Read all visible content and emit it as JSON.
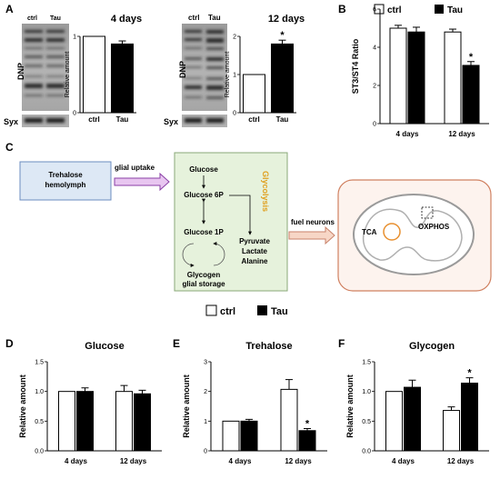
{
  "panels": {
    "A": "A",
    "B": "B",
    "C": "C",
    "D": "D",
    "E": "E",
    "F": "F"
  },
  "colors": {
    "ctrl": "#ffffff",
    "tau": "#000000",
    "arrow_fill": "#e8c6f0",
    "arrow_stroke": "#8a3fa6",
    "hemolymph_box": "#dde8f5",
    "glia_box": "#e6f2dc",
    "glycolysis": "#e0a020",
    "neuron_box": "#fdf3ee",
    "neuron_stroke": "#d08060",
    "tca": "#e89030"
  },
  "blots": {
    "blot1_labels": [
      "ctrl",
      "Tau"
    ],
    "blot2_labels": [
      "ctrl",
      "Tau"
    ],
    "dnp_label": "DNP",
    "syx_label": "Syx"
  },
  "legend_top": {
    "ctrl": "ctrl",
    "tau": "Tau"
  },
  "legend_mid": {
    "ctrl": "ctrl",
    "tau": "Tau"
  },
  "diagram": {
    "hemolymph": [
      "Trehalose",
      "hemolymph"
    ],
    "glial_uptake": "glial uptake",
    "glucose": "Glucose",
    "glucose6p": "Glucose 6P",
    "glycolysis": "Glycolysis",
    "glucose1p": "Glucose 1P",
    "products": [
      "Pyruvate",
      "Lactate",
      "Alanine"
    ],
    "glycogen": [
      "Glycogen",
      "glial storage"
    ],
    "fuel_neurons": "fuel neurons",
    "tca": "TCA",
    "oxphos": "OXPHOS"
  },
  "chart_data": [
    {
      "id": "A1",
      "type": "bar",
      "title": "4 days",
      "ylabel": "Relative amount",
      "categories": [
        "ctrl",
        "Tau"
      ],
      "values": [
        1.0,
        0.9
      ],
      "errors": [
        0,
        0.04
      ],
      "ylim": [
        0,
        1
      ],
      "yticks": [
        "0",
        "1"
      ],
      "significance": [
        "",
        ""
      ]
    },
    {
      "id": "A2",
      "type": "bar",
      "title": "12 days",
      "ylabel": "Relative amount",
      "categories": [
        "ctrl",
        "Tau"
      ],
      "values": [
        1.0,
        1.8
      ],
      "errors": [
        0,
        0.1
      ],
      "ylim": [
        0,
        2
      ],
      "yticks": [
        "0",
        "1",
        "2"
      ],
      "significance": [
        "",
        "*"
      ]
    },
    {
      "id": "B",
      "type": "bar",
      "title": "",
      "ylabel": "ST3/ST4 Ratio",
      "categories": [
        "4 days",
        "12 days"
      ],
      "series": [
        {
          "name": "ctrl",
          "values": [
            5.0,
            4.8
          ],
          "errors": [
            0.15,
            0.15
          ]
        },
        {
          "name": "Tau",
          "values": [
            4.8,
            3.05
          ],
          "errors": [
            0.25,
            0.2
          ]
        }
      ],
      "ylim": [
        0,
        6
      ],
      "yticks": [
        "0",
        "2",
        "4",
        "6"
      ],
      "significance": [
        "",
        "*"
      ]
    },
    {
      "id": "D",
      "type": "bar",
      "title": "Glucose",
      "ylabel": "Relative amount",
      "categories": [
        "4 days",
        "12 days"
      ],
      "series": [
        {
          "name": "ctrl",
          "values": [
            1.0,
            1.0
          ],
          "errors": [
            0,
            0.1
          ]
        },
        {
          "name": "Tau",
          "values": [
            1.0,
            0.96
          ],
          "errors": [
            0.06,
            0.06
          ]
        }
      ],
      "ylim": [
        0,
        1.5
      ],
      "yticks": [
        "0.0",
        "0.5",
        "1.0",
        "1.5"
      ],
      "significance": [
        "",
        ""
      ]
    },
    {
      "id": "E",
      "type": "bar",
      "title": "Trehalose",
      "ylabel": "Relative amount",
      "categories": [
        "4 days",
        "12 days"
      ],
      "series": [
        {
          "name": "ctrl",
          "values": [
            1.0,
            2.07
          ],
          "errors": [
            0,
            0.33
          ]
        },
        {
          "name": "Tau",
          "values": [
            1.0,
            0.68
          ],
          "errors": [
            0.06,
            0.07
          ]
        }
      ],
      "ylim": [
        0,
        3
      ],
      "yticks": [
        "0",
        "1",
        "2",
        "3"
      ],
      "significance": [
        "",
        "*"
      ]
    },
    {
      "id": "F",
      "type": "bar",
      "title": "Glycogen",
      "ylabel": "Relative amount",
      "categories": [
        "4 days",
        "12 days"
      ],
      "series": [
        {
          "name": "ctrl",
          "values": [
            1.0,
            0.68
          ],
          "errors": [
            0,
            0.06
          ]
        },
        {
          "name": "Tau",
          "values": [
            1.07,
            1.14
          ],
          "errors": [
            0.12,
            0.09
          ]
        }
      ],
      "ylim": [
        0,
        1.5
      ],
      "yticks": [
        "0.0",
        "0.5",
        "1.0",
        "1.5"
      ],
      "significance": [
        "",
        "*"
      ]
    }
  ]
}
